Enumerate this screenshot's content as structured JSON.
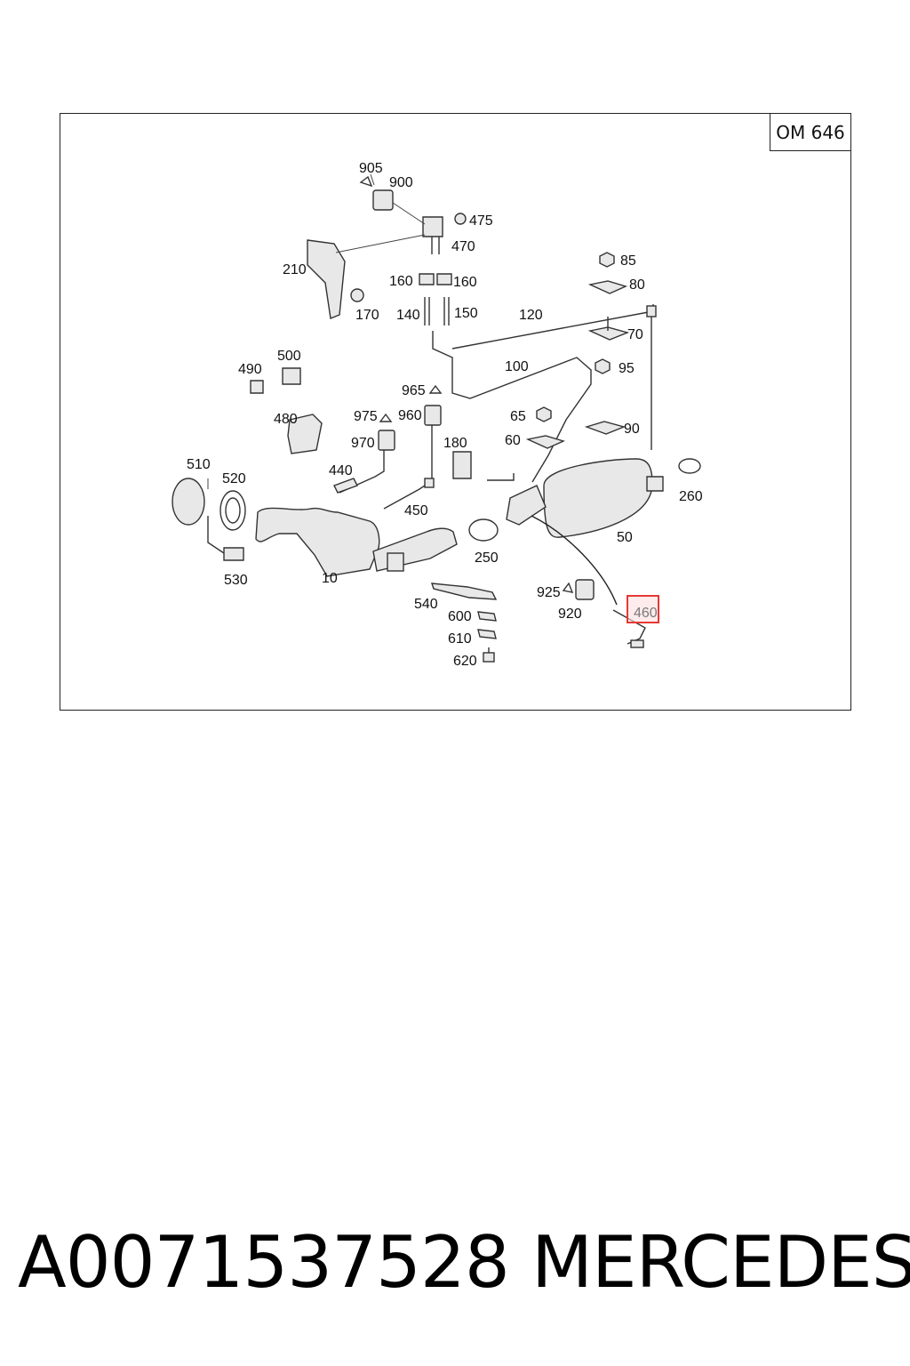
{
  "engine_code": "OM 646",
  "callouts": [
    {
      "id": "905",
      "text": "905"
    },
    {
      "id": "900",
      "text": "900"
    },
    {
      "id": "475",
      "text": "475"
    },
    {
      "id": "470",
      "text": "470"
    },
    {
      "id": "210",
      "text": "210"
    },
    {
      "id": "160a",
      "text": "160"
    },
    {
      "id": "160b",
      "text": "160"
    },
    {
      "id": "170",
      "text": "170"
    },
    {
      "id": "140",
      "text": "140"
    },
    {
      "id": "150",
      "text": "150"
    },
    {
      "id": "85",
      "text": "85"
    },
    {
      "id": "80",
      "text": "80"
    },
    {
      "id": "120",
      "text": "120"
    },
    {
      "id": "70",
      "text": "70"
    },
    {
      "id": "490",
      "text": "490"
    },
    {
      "id": "500",
      "text": "500"
    },
    {
      "id": "100",
      "text": "100"
    },
    {
      "id": "95",
      "text": "95"
    },
    {
      "id": "965",
      "text": "965"
    },
    {
      "id": "975",
      "text": "975"
    },
    {
      "id": "960",
      "text": "960"
    },
    {
      "id": "480",
      "text": "480"
    },
    {
      "id": "65",
      "text": "65"
    },
    {
      "id": "970",
      "text": "970"
    },
    {
      "id": "180",
      "text": "180"
    },
    {
      "id": "60",
      "text": "60"
    },
    {
      "id": "90",
      "text": "90"
    },
    {
      "id": "510",
      "text": "510"
    },
    {
      "id": "520",
      "text": "520"
    },
    {
      "id": "440",
      "text": "440"
    },
    {
      "id": "260",
      "text": "260"
    },
    {
      "id": "450",
      "text": "450"
    },
    {
      "id": "50",
      "text": "50"
    },
    {
      "id": "530",
      "text": "530"
    },
    {
      "id": "250",
      "text": "250"
    },
    {
      "id": "10",
      "text": "10"
    },
    {
      "id": "925",
      "text": "925"
    },
    {
      "id": "540",
      "text": "540"
    },
    {
      "id": "920",
      "text": "920"
    },
    {
      "id": "460",
      "text": "460"
    },
    {
      "id": "600",
      "text": "600"
    },
    {
      "id": "610",
      "text": "610"
    },
    {
      "id": "620",
      "text": "620"
    }
  ],
  "highlighted_callout": "460",
  "highlight_color": "#e53935",
  "caption": {
    "part_number": "A0071537528",
    "brand": "MERCEDES"
  }
}
